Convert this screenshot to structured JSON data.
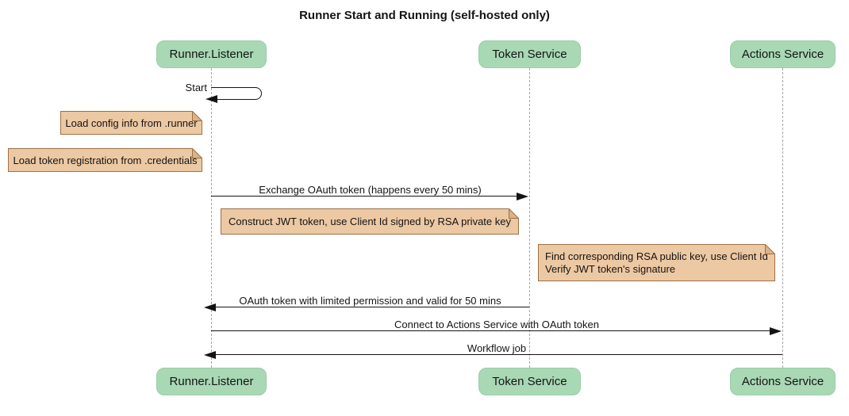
{
  "title": "Runner Start and Running (self-hosted only)",
  "colors": {
    "background": "#ffffff",
    "actor_fill": "#a8d8b4",
    "actor_border": "#9bcda9",
    "note_fill": "#ecc9a3",
    "note_border": "#9c7148",
    "note_fold": "#dcb286",
    "lifeline": "#a6a6a6",
    "arrow": "#141414"
  },
  "actors": [
    {
      "name": "Runner.Listener"
    },
    {
      "name": "Token Service"
    },
    {
      "name": "Actions Service"
    }
  ],
  "messages": [
    {
      "label": "Start",
      "from": "Runner.Listener",
      "to": "Runner.Listener",
      "type": "self"
    },
    {
      "label": "Exchange OAuth token (happens every 50 mins)",
      "from": "Runner.Listener",
      "to": "Token Service",
      "type": "solid"
    },
    {
      "label": "OAuth token with limited permission and valid for 50 mins",
      "from": "Token Service",
      "to": "Runner.Listener",
      "type": "solid"
    },
    {
      "label": "Connect to Actions Service with OAuth token",
      "from": "Runner.Listener",
      "to": "Actions Service",
      "type": "solid"
    },
    {
      "label": "Workflow job",
      "from": "Actions Service",
      "to": "Runner.Listener",
      "type": "solid"
    }
  ],
  "notes": [
    {
      "text": "Load config info from .runner",
      "over": "left of Runner.Listener"
    },
    {
      "text": "Load token registration from .credentials",
      "over": "left of Runner.Listener"
    },
    {
      "text": "Construct JWT token, use Client Id signed by RSA private key",
      "over": "Runner.Listener to Token Service"
    },
    {
      "lines": [
        "Find corresponding RSA public key, use Client Id",
        "Verify JWT token's signature"
      ],
      "over": "Token Service to Actions Service"
    }
  ]
}
